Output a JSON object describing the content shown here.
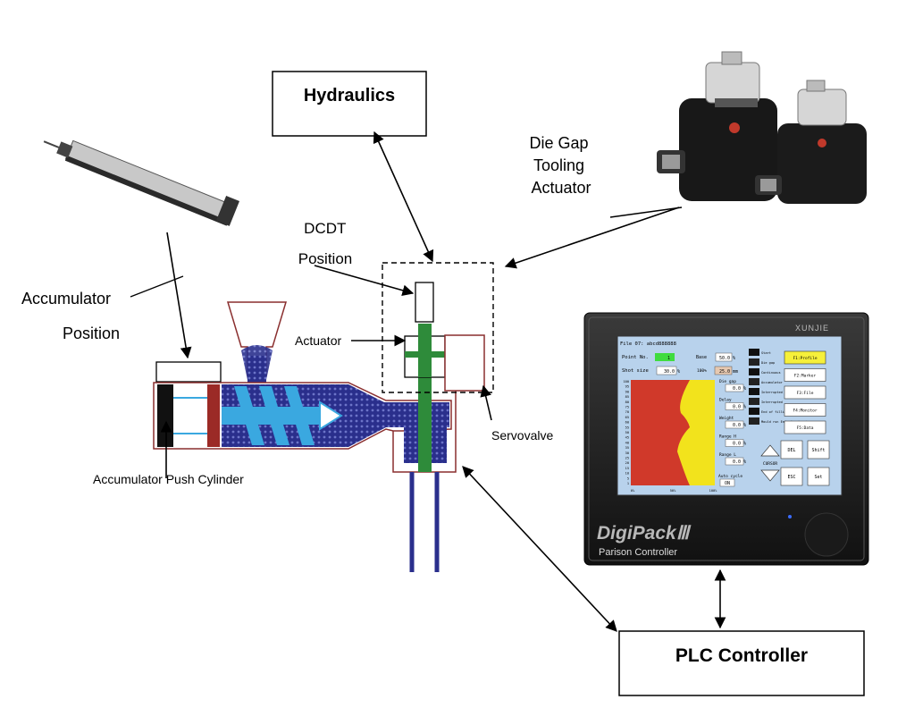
{
  "diagram": {
    "labels": {
      "hydraulics": "Hydraulics",
      "die_gap_line1": "Die Gap",
      "die_gap_line2": "Tooling",
      "die_gap_line3": "Actuator",
      "dcdt_line1": "DCDT",
      "dcdt_line2": "Position",
      "accumulator": "Accumulator",
      "accumulator_position": "Position",
      "actuator": "Actuator",
      "servovalve": "Servovalve",
      "push_cylinder": "Accumulator Push Cylinder",
      "plc_controller": "PLC Controller"
    }
  },
  "controller": {
    "brand": "XUNJIE",
    "product": "DigiPackⅢ",
    "subtitle": "Parison Controller",
    "screen": {
      "file": "File  07: abcd888888",
      "point_no_label": "Point No.",
      "point_no_value": "1",
      "base_label": "Base",
      "base_value": "50.0",
      "base_unit": "%",
      "shot_size_label": "Shot size",
      "shot_size_value": "30.0",
      "shot_size_unit": "%",
      "stroke_label": "100%",
      "stroke_value": "25.0",
      "stroke_unit": "mm",
      "y_ticks": [
        "100",
        "95",
        "90",
        "85",
        "80",
        "75",
        "70",
        "65",
        "60",
        "55",
        "50",
        "45",
        "40",
        "35",
        "30",
        "25",
        "20",
        "15",
        "10",
        "5",
        "1"
      ],
      "x_ticks": [
        "0%",
        "50%",
        "100%"
      ],
      "fields": [
        {
          "label": "Die gap",
          "value": "0.0",
          "unit": "%"
        },
        {
          "label": "Delay",
          "value": "0.0",
          "unit": "%"
        },
        {
          "label": "Weight",
          "value": "0.0",
          "unit": "%"
        },
        {
          "label": "Range H",
          "value": "0.0",
          "unit": "%"
        },
        {
          "label": "Range L",
          "value": "0.0",
          "unit": "%"
        }
      ],
      "auto_cycle_label": "Auto cycle",
      "auto_cycle_value": "ON",
      "status_items": [
        "Start",
        "Die gap",
        "Continuous",
        "Accumulator",
        "Interrupted",
        "Interrupted",
        "End of filling",
        "Mould run End of extrusion"
      ],
      "menu": [
        "F1:Profile",
        "F2:Marker",
        "F3:File",
        "F4:Monitor",
        "F5:Data"
      ],
      "keys": [
        "DEL",
        "Shift",
        "ESC",
        "Set"
      ],
      "cursor_label": "CURSOR"
    }
  },
  "colors": {
    "profile_red": "#d0392a",
    "profile_yellow": "#f2e31c",
    "screen_blue": "#b8d2ec",
    "actuator_green": "#2e8b3a",
    "screw_blue": "#3aa8e0",
    "barrel_navy": "#2a2f8c"
  }
}
